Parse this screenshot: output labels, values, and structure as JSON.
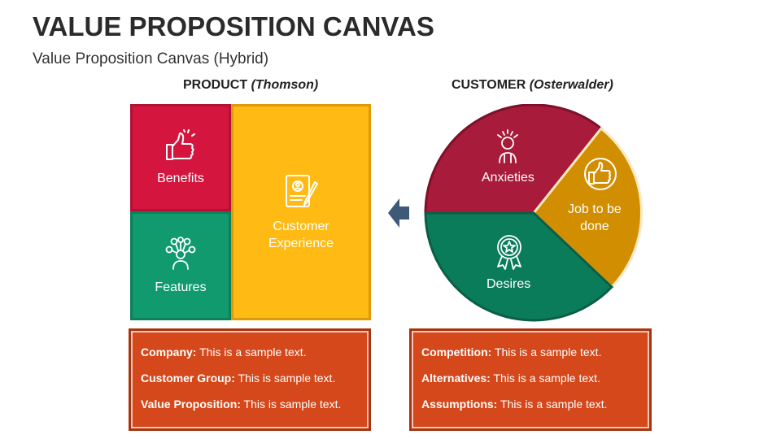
{
  "title": "VALUE PROPOSITION CANVAS",
  "subtitle": "Value Proposition Canvas (Hybrid)",
  "product": {
    "heading": "PRODUCT",
    "heading_sub": "(Thomson)",
    "cells": {
      "benefits": "Benefits",
      "features": "Features",
      "experience_line1": "Customer",
      "experience_line2": "Experience"
    }
  },
  "customer": {
    "heading": "CUSTOMER",
    "heading_sub": "(Osterwalder)",
    "segments": {
      "anxieties": "Anxieties",
      "job_line1": "Job to be",
      "job_line2": "done",
      "desires": "Desires"
    }
  },
  "info_left": [
    {
      "key": "Company:",
      "value": " This is a sample text."
    },
    {
      "key": "Customer Group:",
      "value": " This is sample text."
    },
    {
      "key": "Value Proposition:",
      "value": " This is sample text."
    }
  ],
  "info_right": [
    {
      "key": "Competition:",
      "value": " This is a sample text."
    },
    {
      "key": "Alternatives:",
      "value": " This is a sample text."
    },
    {
      "key": "Assumptions:",
      "value": " This is a sample text."
    }
  ],
  "colors": {
    "benefits": "#d4163f",
    "features": "#109a6d",
    "experience": "#ffba14",
    "anxieties": "#a81b3a",
    "job": "#d18e00",
    "desires": "#0b7c5a",
    "info_box": "#d4481b",
    "arrow": "#3e5a78"
  },
  "icons": {
    "benefits": "thumbs-up-icon",
    "features": "network-person-icon",
    "experience": "document-pen-icon",
    "anxieties": "stressed-person-icon",
    "job": "thumbs-up-icon",
    "desires": "award-badge-icon"
  }
}
